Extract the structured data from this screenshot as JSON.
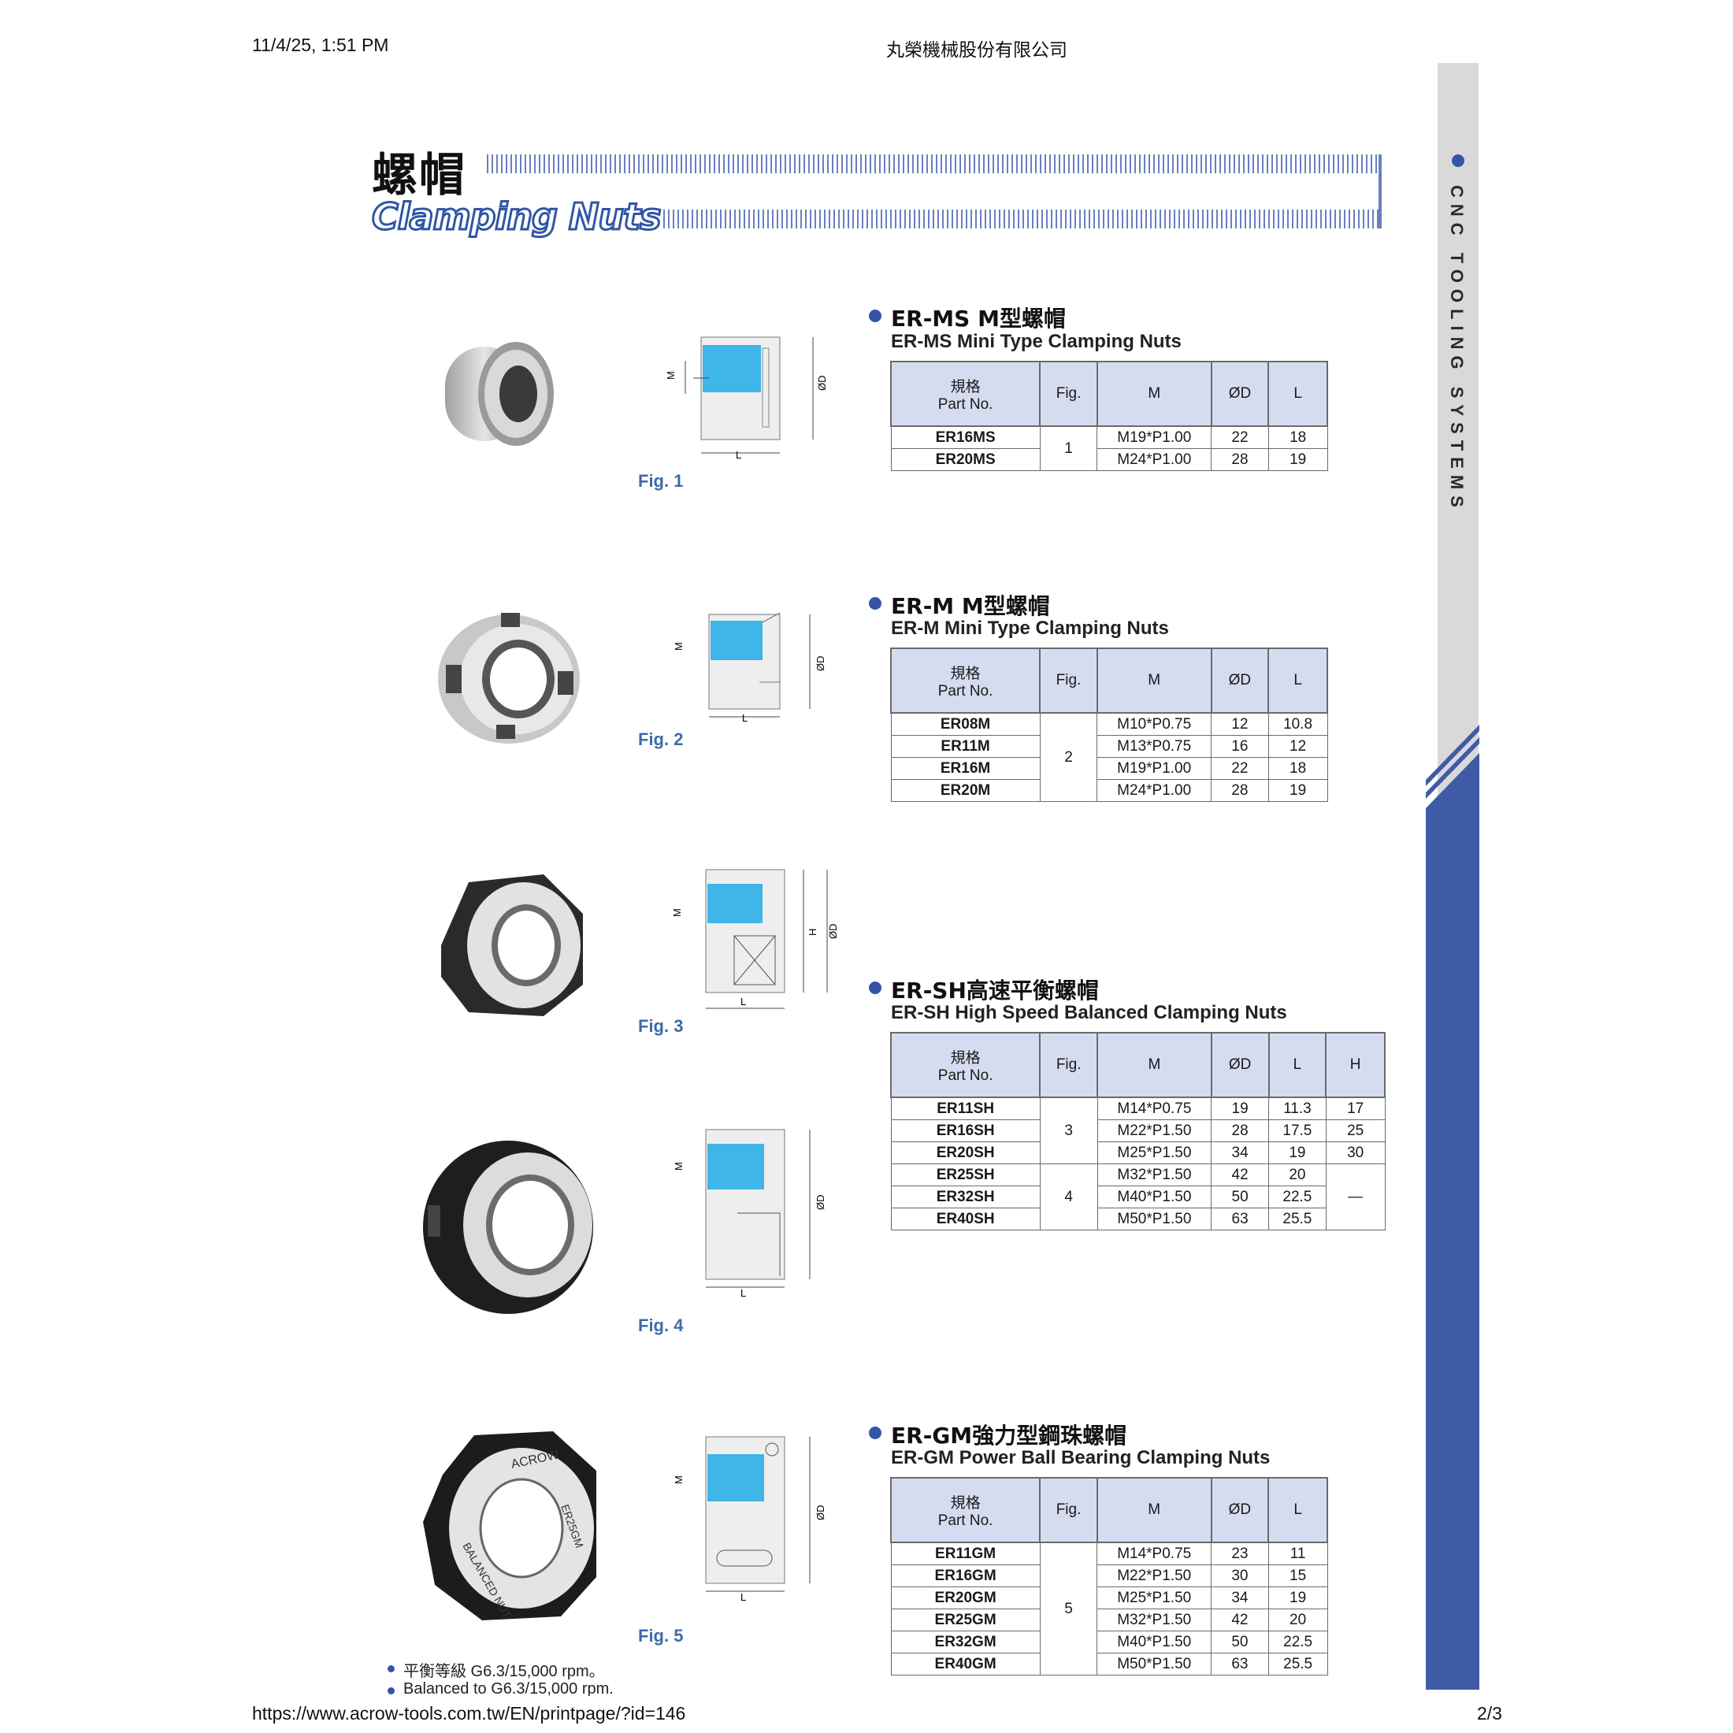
{
  "header": {
    "timestamp": "11/4/25, 1:51 PM",
    "company": "丸榮機械股份有限公司"
  },
  "footer": {
    "url": "https://www.acrow-tools.com.tw/EN/printpage/?id=146",
    "page": "2/3"
  },
  "title": {
    "cn": "螺帽",
    "en": "Clamping Nuts"
  },
  "side_label": "CNC TOOLING SYSTEMS",
  "colors": {
    "accent": "#3f5ba8",
    "table_header": "#d6dcf0",
    "fig_label": "#3f6aa8",
    "drawing_fill": "#3fb5e8"
  },
  "table_headers": {
    "part_cn": "規格",
    "part_en": "Part No.",
    "fig": "Fig.",
    "m": "M",
    "od": "ØD",
    "l": "L",
    "h": "H"
  },
  "figures": [
    {
      "label": "Fig. 1"
    },
    {
      "label": "Fig. 2"
    },
    {
      "label": "Fig. 3"
    },
    {
      "label": "Fig. 4"
    },
    {
      "label": "Fig. 5"
    }
  ],
  "dims": {
    "m": "M",
    "od": "ØD",
    "l": "L",
    "h": "H"
  },
  "sections": [
    {
      "title_cn": "ER-MS M型螺帽",
      "title_en": "ER-MS Mini Type Clamping Nuts",
      "rows": [
        {
          "part": "ER16MS",
          "m": "M19*P1.00",
          "od": "22",
          "l": "18"
        },
        {
          "part": "ER20MS",
          "m": "M24*P1.00",
          "od": "28",
          "l": "19"
        }
      ],
      "fig": "1"
    },
    {
      "title_cn": "ER-M M型螺帽",
      "title_en": "ER-M Mini Type Clamping Nuts",
      "rows": [
        {
          "part": "ER08M",
          "m": "M10*P0.75",
          "od": "12",
          "l": "10.8"
        },
        {
          "part": "ER11M",
          "m": "M13*P0.75",
          "od": "16",
          "l": "12"
        },
        {
          "part": "ER16M",
          "m": "M19*P1.00",
          "od": "22",
          "l": "18"
        },
        {
          "part": "ER20M",
          "m": "M24*P1.00",
          "od": "28",
          "l": "19"
        }
      ],
      "fig": "2"
    },
    {
      "title_cn": "ER-SH高速平衡螺帽",
      "title_en": "ER-SH High Speed Balanced Clamping Nuts",
      "rows": [
        {
          "part": "ER11SH",
          "m": "M14*P0.75",
          "od": "19",
          "l": "11.3",
          "h": "17"
        },
        {
          "part": "ER16SH",
          "m": "M22*P1.50",
          "od": "28",
          "l": "17.5",
          "h": "25"
        },
        {
          "part": "ER20SH",
          "m": "M25*P1.50",
          "od": "34",
          "l": "19",
          "h": "30"
        },
        {
          "part": "ER25SH",
          "m": "M32*P1.50",
          "od": "42",
          "l": "20"
        },
        {
          "part": "ER32SH",
          "m": "M40*P1.50",
          "od": "50",
          "l": "22.5"
        },
        {
          "part": "ER40SH",
          "m": "M50*P1.50",
          "od": "63",
          "l": "25.5"
        }
      ],
      "fig_a": "3",
      "fig_b": "4",
      "h_dash": "—"
    },
    {
      "title_cn": "ER-GM強力型鋼珠螺帽",
      "title_en": "ER-GM Power Ball Bearing Clamping Nuts",
      "rows": [
        {
          "part": "ER11GM",
          "m": "M14*P0.75",
          "od": "23",
          "l": "11"
        },
        {
          "part": "ER16GM",
          "m": "M22*P1.50",
          "od": "30",
          "l": "15"
        },
        {
          "part": "ER20GM",
          "m": "M25*P1.50",
          "od": "34",
          "l": "19"
        },
        {
          "part": "ER25GM",
          "m": "M32*P1.50",
          "od": "42",
          "l": "20"
        },
        {
          "part": "ER32GM",
          "m": "M40*P1.50",
          "od": "50",
          "l": "22.5"
        },
        {
          "part": "ER40GM",
          "m": "M50*P1.50",
          "od": "63",
          "l": "25.5"
        }
      ],
      "fig": "5"
    }
  ],
  "notes": [
    "平衡等級 G6.3/15,000 rpm。",
    "Balanced to G6.3/15,000 rpm."
  ],
  "photo_text": {
    "brand": "ACROW",
    "model": "ER25GM",
    "ring": "BALANCED NUT"
  }
}
